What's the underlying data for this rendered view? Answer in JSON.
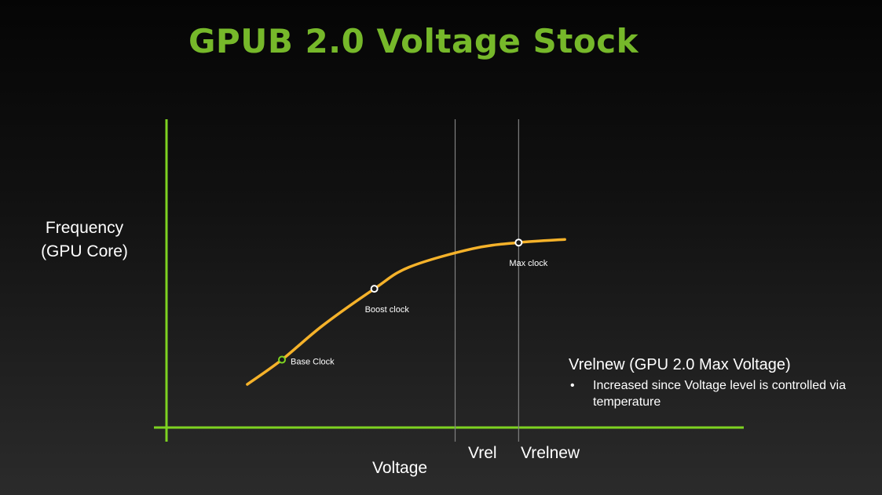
{
  "colors": {
    "title": "#76b82a",
    "axis": "#7ed321",
    "curve": "#f5b22a",
    "guide": "#808080",
    "base_marker": "#7ed321",
    "marker_default": "#ffffff"
  },
  "chart_data": {
    "type": "line",
    "title": "GPUB 2.0 Voltage Stock",
    "ylabel": "Frequency\n(GPU Core)",
    "xlabel": "Voltage",
    "ticks": {
      "x": [],
      "y": []
    },
    "grid": false,
    "series": [
      {
        "values": [
          [
            0.14,
            0.14
          ],
          [
            0.2,
            0.22
          ],
          [
            0.27,
            0.33
          ],
          [
            0.36,
            0.45
          ],
          [
            0.42,
            0.52
          ],
          [
            0.53,
            0.58
          ],
          [
            0.61,
            0.6
          ],
          [
            0.69,
            0.61
          ]
        ]
      }
    ],
    "points": [
      {
        "label": "Base Clock",
        "x": 0.2,
        "y": 0.22,
        "marker": "base"
      },
      {
        "label": "Boost clock",
        "x": 0.36,
        "y": 0.45,
        "marker": "default"
      },
      {
        "label": "Max clock",
        "x": 0.61,
        "y": 0.6,
        "marker": "default"
      }
    ],
    "vlines": [
      {
        "label": "Vrel",
        "x": 0.5
      },
      {
        "label": "Vrelnew",
        "x": 0.61
      }
    ],
    "annotation": {
      "title": "Vrelnew (GPU 2.0 Max Voltage)",
      "bullets": [
        "Increased since Voltage level is controlled via temperature"
      ]
    }
  },
  "ylabel_lines": [
    "Frequency",
    "(GPU Core)"
  ]
}
